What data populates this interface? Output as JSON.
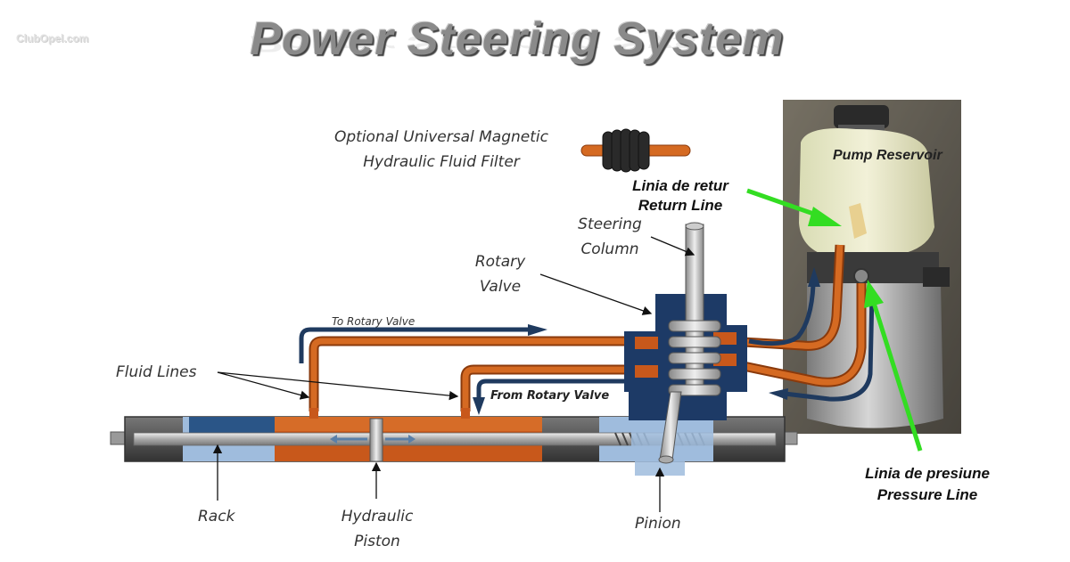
{
  "title": "Power Steering System",
  "watermark": "ClubOpel.com",
  "filter": {
    "line1": "Optional Universal Magnetic",
    "line2": "Hydraulic Fluid Filter"
  },
  "labels": {
    "pump_reservoir": "Pump Reservoir",
    "return_ro": "Linia de retur",
    "return_en": "Return Line",
    "steering_1": "Steering",
    "steering_2": "Column",
    "rotary_1": "Rotary",
    "rotary_2": "Valve",
    "to_rotary": "To Rotary Valve",
    "from_rotary": "From Rotary Valve",
    "fluid_lines": "Fluid Lines",
    "rack": "Rack",
    "piston_1": "Hydraulic",
    "piston_2": "Piston",
    "pinion": "Pinion",
    "pressure_ro": "Linia de presiune",
    "pressure_en": "Pressure Line"
  },
  "colors": {
    "fluid_orange": "#c8581b",
    "valve_navy": "#1d3a66",
    "arrow_navy": "#1f3a5f",
    "rack_gray": "#5a5a5a",
    "chamber_blue": "#9fbcdd",
    "highlight_green": "#33dd22"
  }
}
